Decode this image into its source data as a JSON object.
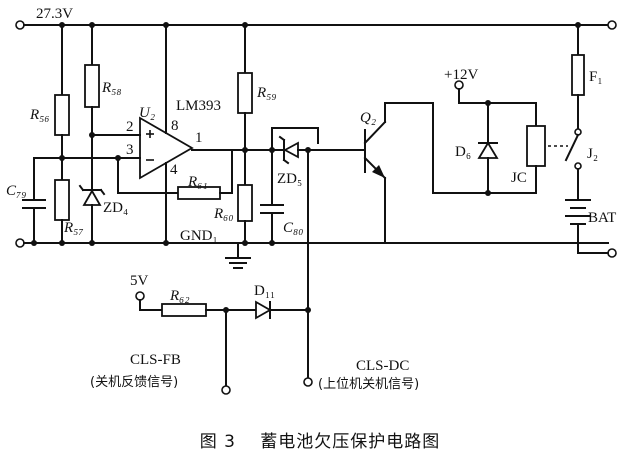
{
  "supply": {
    "voltage": "27.3V"
  },
  "components": {
    "R56": "R₅₆",
    "R57": "R₅₇",
    "R58": "R₅₈",
    "R59": "R₅₉",
    "R60": "R₆₀",
    "R61": "R₆₁",
    "R62": "R₆₂",
    "C79": "C₇₉",
    "C80": "C₈₀",
    "ZD4": "ZD₄",
    "ZD5": "ZD₅",
    "U2": "U₂",
    "ic": "LM393",
    "pin2": "2",
    "pin3": "3",
    "pin8": "8",
    "pin1": "1",
    "pin4": "4",
    "gnd": "GND₁",
    "Q2": "Q₂",
    "D6": "D₆",
    "D11": "D₁₁",
    "F1": "F₁",
    "J2": "J₂",
    "JC": "JC",
    "BAT": "BAT",
    "v12": "+12V",
    "v5": "5V"
  },
  "signals": {
    "fb": {
      "name": "CLS-FB",
      "desc": "(关机反馈信号)"
    },
    "dc": {
      "name": "CLS-DC",
      "desc": "(上位机关机信号)"
    }
  },
  "caption": "图 3　 蓄电池欠压保护电路图"
}
